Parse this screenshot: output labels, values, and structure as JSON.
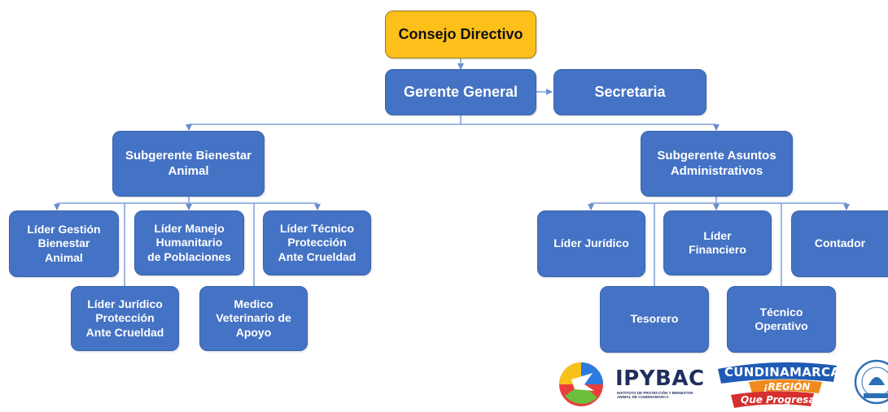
{
  "nodes": {
    "consejo": "Consejo Directivo",
    "gerente": "Gerente General",
    "secretaria": "Secretaria",
    "sub_bienestar": "Subgerente Bienestar\nAnimal",
    "sub_admin": "Subgerente Asuntos\nAdministrativos",
    "lider_gestion": "Líder Gestión\nBienestar\nAnimal",
    "lider_manejo": "Líder Manejo\nHumanitario\nde Poblaciones",
    "lider_tecnico": "Líder Técnico\nProtección\nAnte Crueldad",
    "lider_juridico_prot": "Líder Jurídico\nProtección\nAnte Crueldad",
    "medico": "Medico\nVeterinario de\nApoyo",
    "lider_juridico": "Líder  Jurídico",
    "lider_financiero": "Líder\nFinanciero",
    "contador": "Contador",
    "tesorero": "Tesorero",
    "tecnico_operativo": "Técnico\nOperativo"
  },
  "logos": {
    "ipybac_name": "IPYBAC",
    "ipybac_sub": "INSTITUTO DE PROTECCIÓN Y BIENESTAR ANIMAL DE CUNDINAMARCA",
    "cundinamarca_name": "CUNDINAMARCA",
    "cundinamarca_region": "¡REGIÓN",
    "cundinamarca_slogan": "Que Progresa!"
  },
  "colors": {
    "box": "#4472c4",
    "top_box": "#fdbf1a",
    "connector": "#6b8fd1"
  }
}
